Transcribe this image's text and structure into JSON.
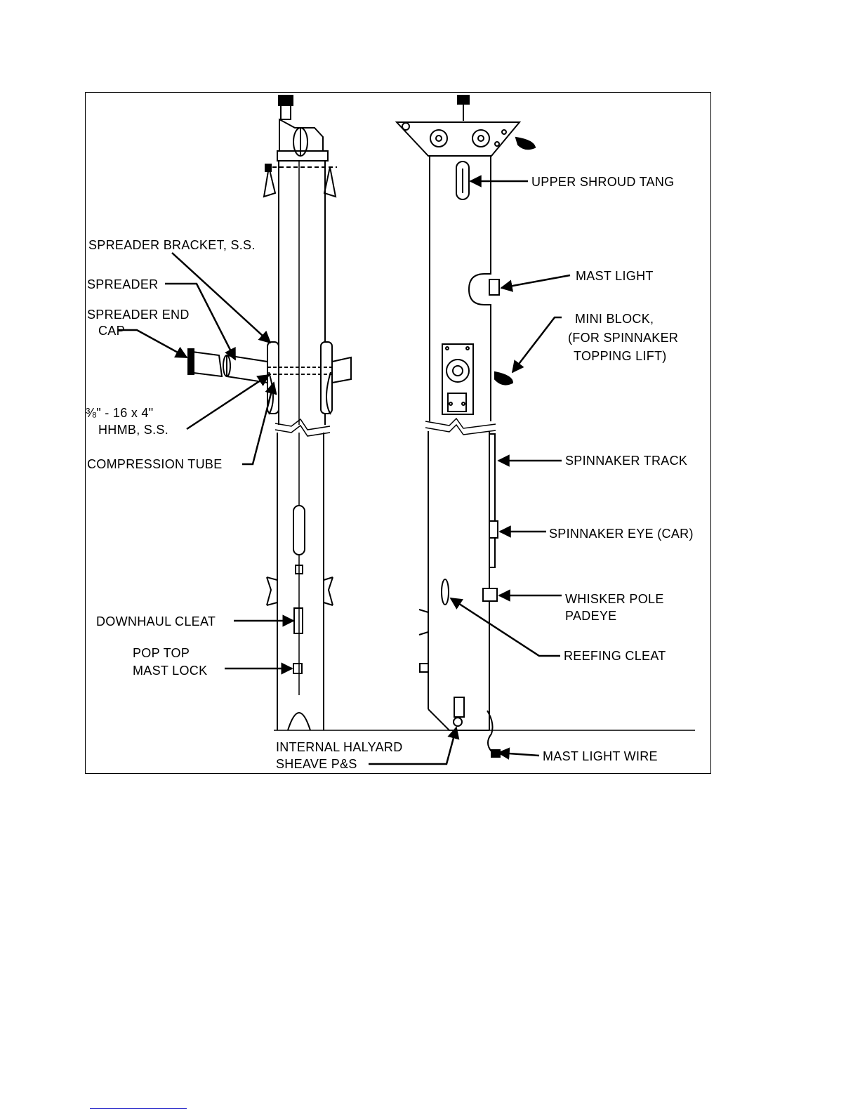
{
  "labels": {
    "spreader_bracket": "SPREADER BRACKET, S.S.",
    "spreader": "SPREADER",
    "spreader_end_cap_1": "SPREADER END",
    "spreader_end_cap_2": "CAP",
    "bolt_1": "⅜\" - 16 x 4\"",
    "bolt_2": "HHMB, S.S.",
    "compression_tube": "COMPRESSION TUBE",
    "downhaul_cleat": "DOWNHAUL CLEAT",
    "pop_top_1": "POP TOP",
    "pop_top_2": "MAST LOCK",
    "internal_halyard_1": "INTERNAL HALYARD",
    "internal_halyard_2": "SHEAVE P&S",
    "upper_shroud_tang": "UPPER SHROUD TANG",
    "mast_light": "MAST LIGHT",
    "mini_block_1": "MINI BLOCK,",
    "mini_block_2": "(FOR SPINNAKER",
    "mini_block_3": "TOPPING LIFT)",
    "spinnaker_track": "SPINNAKER TRACK",
    "spinnaker_eye": "SPINNAKER EYE (CAR)",
    "whisker_pole_1": "WHISKER POLE",
    "whisker_pole_2": "PADEYE",
    "reefing_cleat": "REEFING CLEAT",
    "mast_light_wire": "MAST LIGHT WIRE"
  },
  "colors": {
    "ink": "#000000",
    "paper": "#ffffff",
    "footer_rule": "#3333cc"
  }
}
